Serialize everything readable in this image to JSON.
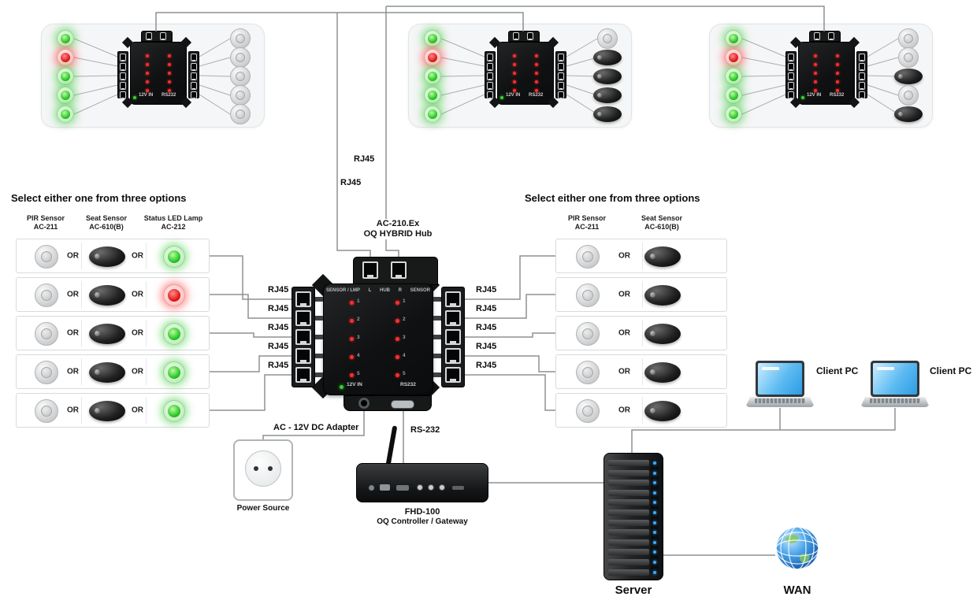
{
  "titles": {
    "left_options": "Select either one from three options",
    "right_options": "Select either one from three options"
  },
  "left": {
    "headers": [
      {
        "line1": "PIR Sensor",
        "line2": "AC-211"
      },
      {
        "line1": "Seat Sensor",
        "line2": "AC-610(B)"
      },
      {
        "line1": "Status LED Lamp",
        "line2": "AC-212"
      }
    ],
    "or": "OR",
    "rows": [
      {
        "led": "green"
      },
      {
        "led": "red"
      },
      {
        "led": "green"
      },
      {
        "led": "green"
      },
      {
        "led": "green"
      }
    ],
    "cable": "RJ45"
  },
  "right": {
    "headers": [
      {
        "line1": "PIR Sensor",
        "line2": "AC-211"
      },
      {
        "line1": "Seat Sensor",
        "line2": "AC-610(B)"
      }
    ],
    "or": "OR",
    "row_count": 5,
    "cable": "RJ45"
  },
  "hub": {
    "model": "AC-210.Ex",
    "name": "OQ HYBRID Hub",
    "ports_header": [
      "SENSOR / LMP",
      "L",
      "HUB",
      "R",
      "SENSOR"
    ],
    "led_numbers": [
      "1",
      "2",
      "3",
      "4",
      "5"
    ],
    "power_label": "12V IN",
    "serial_label": "RS232",
    "uplink_cables": [
      "RJ45",
      "RJ45"
    ]
  },
  "power": {
    "adapter": "AC - 12V DC Adapter",
    "source": "Power Source"
  },
  "controller": {
    "cable": "RS-232",
    "model": "FHD-100",
    "role": "OQ Controller / Gateway"
  },
  "server": {
    "label": "Server"
  },
  "wan": {
    "label": "WAN"
  },
  "clients": [
    {
      "label": "Client PC"
    },
    {
      "label": "Client PC"
    }
  ],
  "panels": [
    {
      "leds": [
        "green",
        "red",
        "green",
        "green",
        "green"
      ],
      "sensors": [
        "dome",
        "dome",
        "dome",
        "dome",
        "dome"
      ]
    },
    {
      "leds": [
        "green",
        "red",
        "green",
        "green",
        "green"
      ],
      "sensors": [
        "dome",
        "oval",
        "oval",
        "oval",
        "oval"
      ]
    },
    {
      "leds": [
        "green",
        "red",
        "green",
        "green",
        "green"
      ],
      "sensors": [
        "dome",
        "dome",
        "oval",
        "dome",
        "oval"
      ]
    }
  ]
}
